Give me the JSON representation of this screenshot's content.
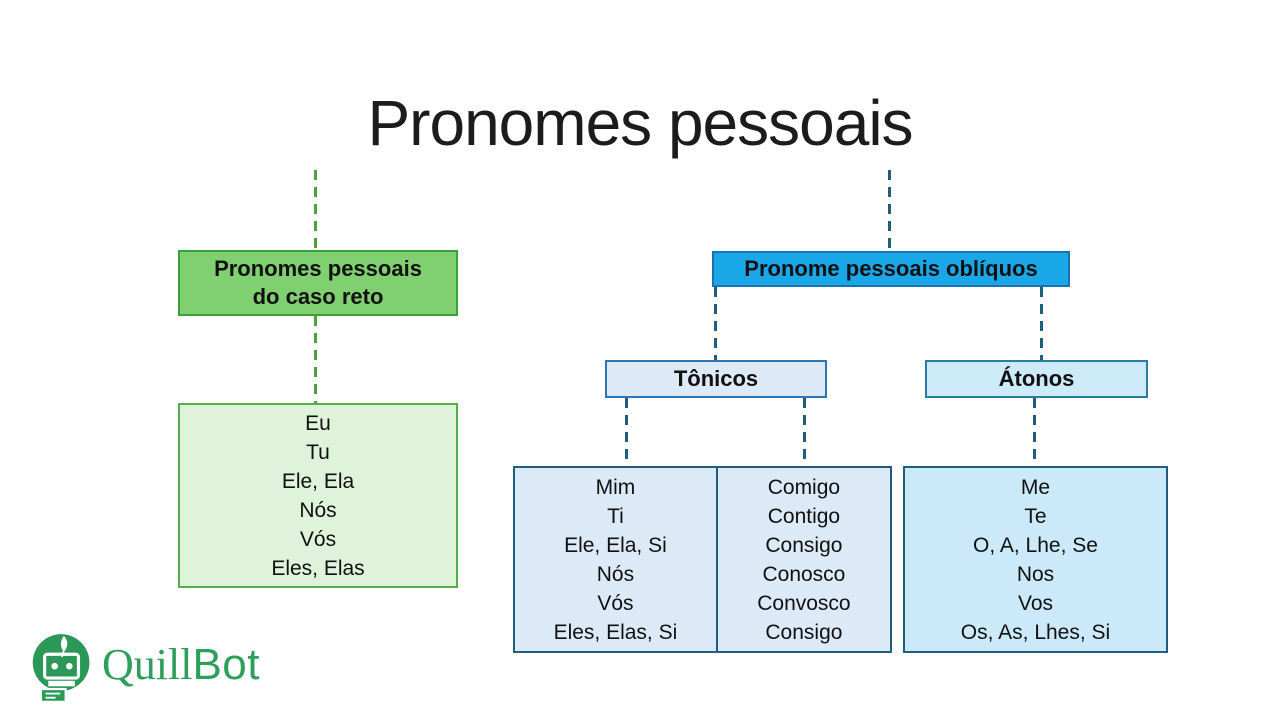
{
  "slide": {
    "title": "Pronomes pessoais"
  },
  "diagram": {
    "reto": {
      "header_lines": [
        "Pronomes pessoais",
        "do caso reto"
      ],
      "items": [
        "Eu",
        "Tu",
        "Ele, Ela",
        "Nós",
        "Vós",
        "Eles, Elas"
      ]
    },
    "obliquos": {
      "header": "Pronome pessoais oblíquos",
      "tonicos": {
        "label": "Tônicos",
        "col1": [
          "Mim",
          "Ti",
          "Ele, Ela, Si",
          "Nós",
          "Vós",
          "Eles, Elas, Si"
        ],
        "col2": [
          "Comigo",
          "Contigo",
          "Consigo",
          "Conosco",
          "Convosco",
          "Consigo"
        ]
      },
      "atonos": {
        "label": "Átonos",
        "items": [
          "Me",
          "Te",
          "O, A, Lhe, Se",
          "Nos",
          "Vos",
          "Os, As, Lhes, Si"
        ]
      }
    }
  },
  "logo": {
    "part1": "Quill",
    "part2": "Bot"
  },
  "colors": {
    "reto_fill": "#80d072",
    "reto_border": "#3aa23c",
    "reto_list_fill": "#dff2da",
    "reto_list_border": "#55ae4c",
    "obliquos_fill": "#1aa7e8",
    "obliquos_border": "#1b72b0",
    "tonicos_fill": "#dde9f6",
    "atonos_fill": "#cdeaf9",
    "list_border": "#1f5f7d",
    "connector_green": "#4aa33c",
    "connector_teal": "#1e5f7d",
    "logo_green": "#2e9e5b",
    "title_color": "#1c1c1c"
  }
}
